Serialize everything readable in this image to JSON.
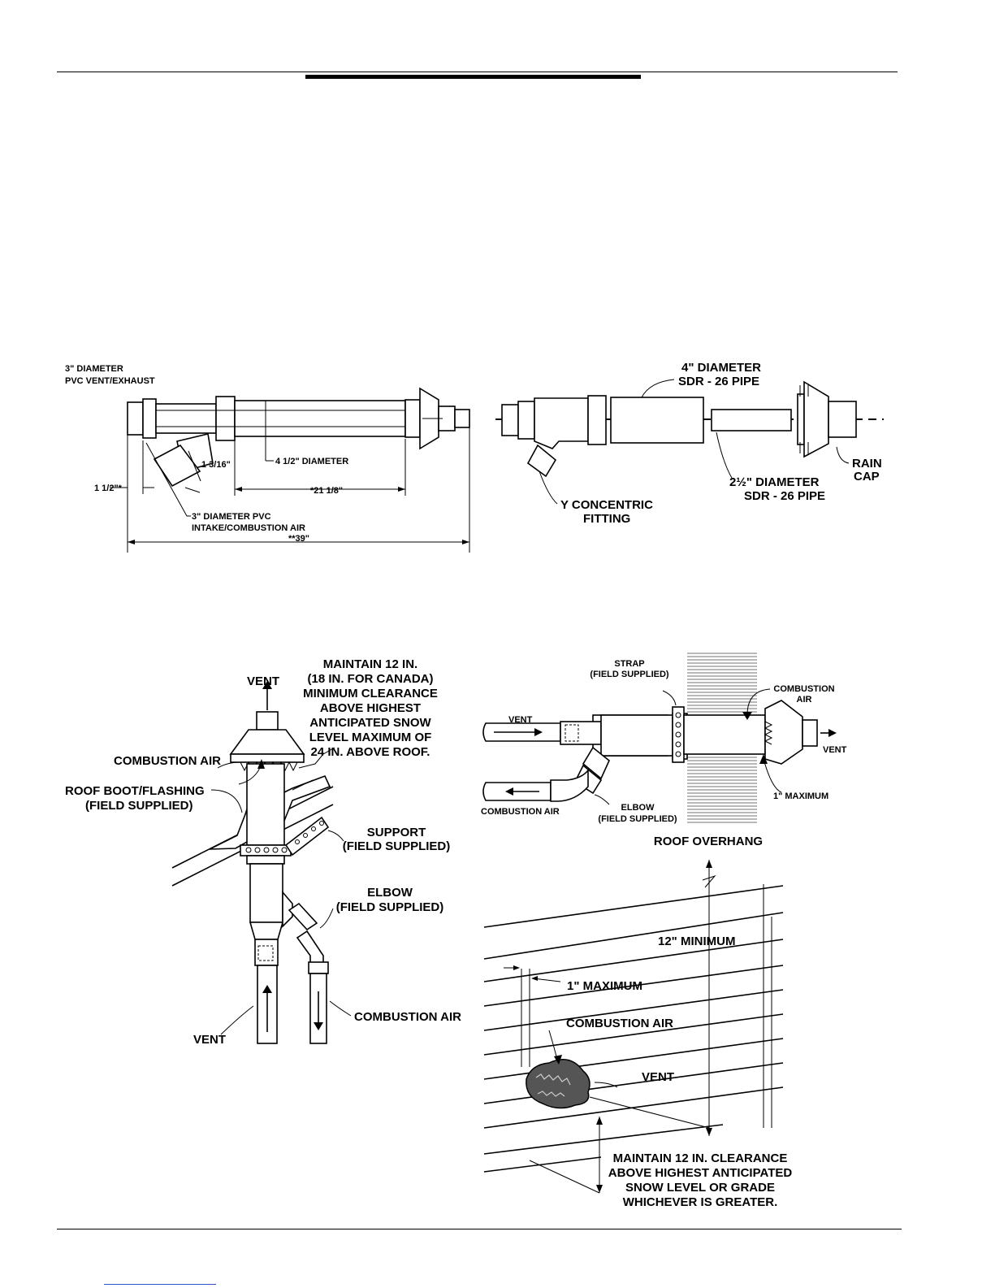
{
  "fig1": {
    "vent_label_1": "3\" DIAMETER",
    "vent_label_2": "PVC VENT/EXHAUST",
    "dim_a": "1 3/16\"",
    "dim_diameter": "4 1/2\" DIAMETER",
    "dim_b": "1 1/2\"*",
    "dim_c": "*21 1/8\"",
    "intake_label_1": "3\" DIAMETER PVC",
    "intake_label_2": "INTAKE/COMBUSTION AIR",
    "dim_total": "**39\""
  },
  "fig2": {
    "pipe4_1": "4\" DIAMETER",
    "pipe4_2": "SDR - 26 PIPE",
    "raincap_1": "RAIN",
    "raincap_2": "CAP",
    "pipe25_1": "2½\" DIAMETER",
    "pipe25_2": "SDR - 26 PIPE",
    "yfit_1": "Y CONCENTRIC",
    "yfit_2": "FITTING"
  },
  "fig3": {
    "vent_top": "VENT",
    "clear_1": "MAINTAIN 12 IN.",
    "clear_2": "(18 IN. FOR CANADA)",
    "clear_3": "MINIMUM CLEARANCE",
    "clear_4": "ABOVE HIGHEST",
    "clear_5": "ANTICIPATED SNOW",
    "clear_6": "LEVEL MAXIMUM OF",
    "clear_7": "24 IN. ABOVE ROOF.",
    "combustion_air": "COMBUSTION AIR",
    "boot_1": "ROOF BOOT/FLASHING",
    "boot_2": "(FIELD SUPPLIED)",
    "support_1": "SUPPORT",
    "support_2": "(FIELD SUPPLIED)",
    "elbow_1": "ELBOW",
    "elbow_2": "(FIELD SUPPLIED)",
    "vent_bottom": "VENT",
    "combustion_air_bottom": "COMBUSTION AIR"
  },
  "fig4": {
    "strap_1": "STRAP",
    "strap_2": "(FIELD SUPPLIED)",
    "combustion_1": "COMBUSTION",
    "combustion_2": "AIR",
    "vent_left": "VENT",
    "vent_right": "VENT",
    "combustion_air_left": "COMBUSTION AIR",
    "elbow_1": "ELBOW",
    "elbow_2": "(FIELD SUPPLIED)",
    "max_1in": "1\" MAXIMUM"
  },
  "fig5": {
    "roof_overhang": "ROOF OVERHANG",
    "min_12": "12\" MINIMUM",
    "max_1": "1\" MAXIMUM",
    "combustion_air": "COMBUSTION AIR",
    "vent": "VENT",
    "note_1": "MAINTAIN 12 IN. CLEARANCE",
    "note_2": "ABOVE HIGHEST ANTICIPATED",
    "note_3": "SNOW LEVEL OR GRADE",
    "note_4": "WHICHEVER IS GREATER."
  }
}
